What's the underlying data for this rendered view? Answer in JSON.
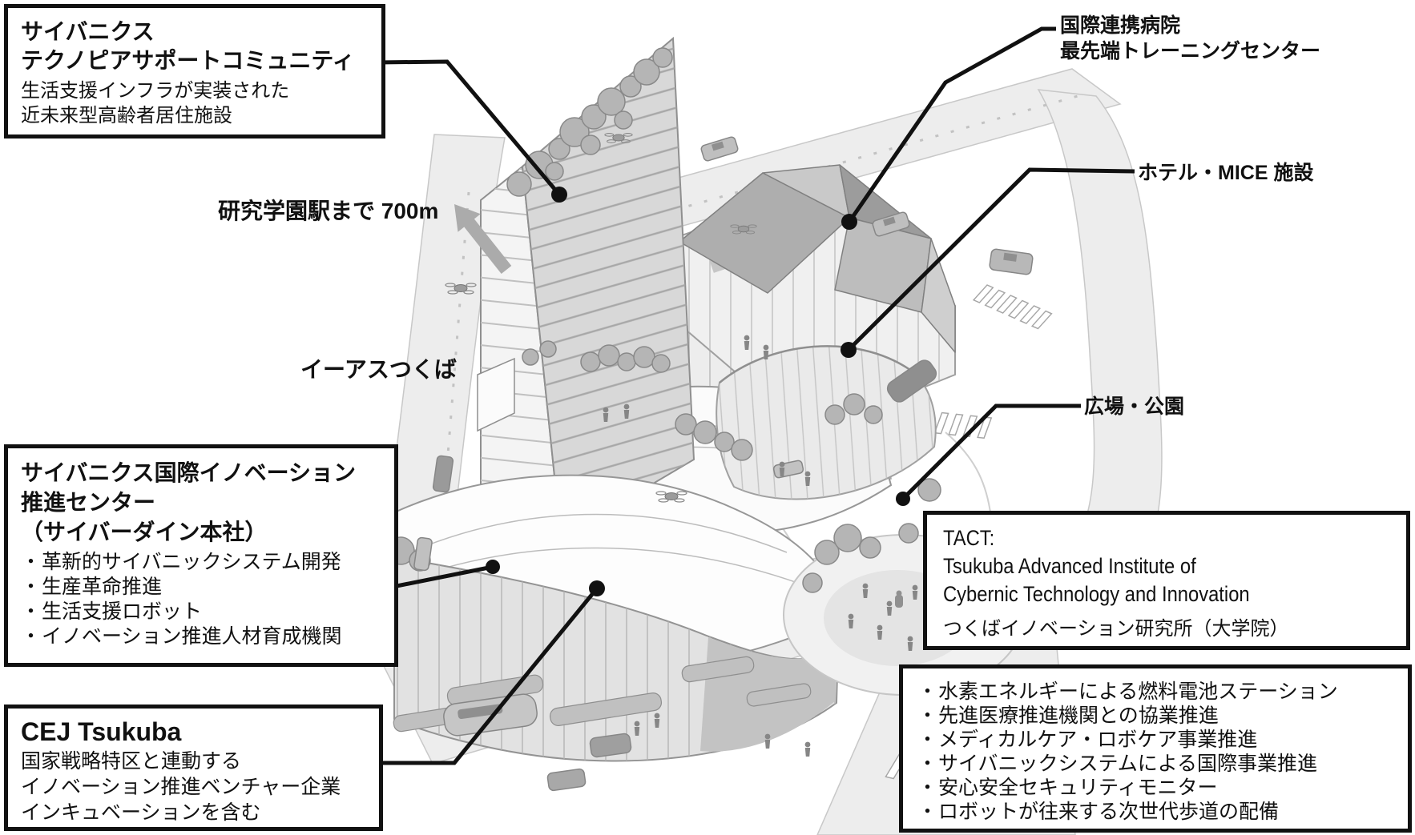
{
  "bullet_char": "・",
  "colors": {
    "text": "#111111",
    "leader_line": "#111111",
    "box_border": "#111111",
    "road": "#ededed",
    "building_light": "#f2f2f2",
    "building_mid": "#d8d8d8",
    "building_dark": "#a9a9a9",
    "tree": "#b5b5b5",
    "arrow": "#ababab"
  },
  "labels": {
    "station_distance": "研究学園駅まで 700m",
    "iias_tsukuba": "イーアスつくば",
    "hospital_line1": "国際連携病院",
    "hospital_line2": "最先端トレーニングセンター",
    "hotel": "ホテル・MICE 施設",
    "plaza": "広場・公園"
  },
  "callouts": {
    "technopia": {
      "title_line1": "サイバニクス",
      "title_line2": "テクノピアサポートコミュニティ",
      "body_line1": "生活支援インフラが実装された",
      "body_line2": "近未来型高齢者居住施設"
    },
    "innovation": {
      "title_line1": "サイバニクス国際イノベーション",
      "title_line2": "推進センター",
      "title_line3": "（サイバーダイン本社）",
      "bullets": [
        "革新的サイバニックシステム開発",
        "生産革命推進",
        "生活支援ロボット",
        "イノベーション推進人材育成機関"
      ]
    },
    "cej": {
      "title": "CEJ Tsukuba",
      "body_line1": "国家戦略特区と連動する",
      "body_line2": "イノベーション推進ベンチャー企業",
      "body_line3": "インキュベーションを含む"
    },
    "tact": {
      "line1": "TACT:",
      "line2": "Tsukuba Advanced Institute of",
      "line3": "Cybernic Technology and Innovation",
      "line4": "つくばイノベーション研究所（大学院）"
    },
    "features": {
      "bullets": [
        "水素エネルギーによる燃料電池ステーション",
        "先進医療推進機関との協業推進",
        "メディカルケア・ロボケア事業推進",
        "サイバニックシステムによる国際事業推進",
        "安心安全セキュリティモニター",
        "ロボットが往来する次世代歩道の配備"
      ]
    }
  }
}
